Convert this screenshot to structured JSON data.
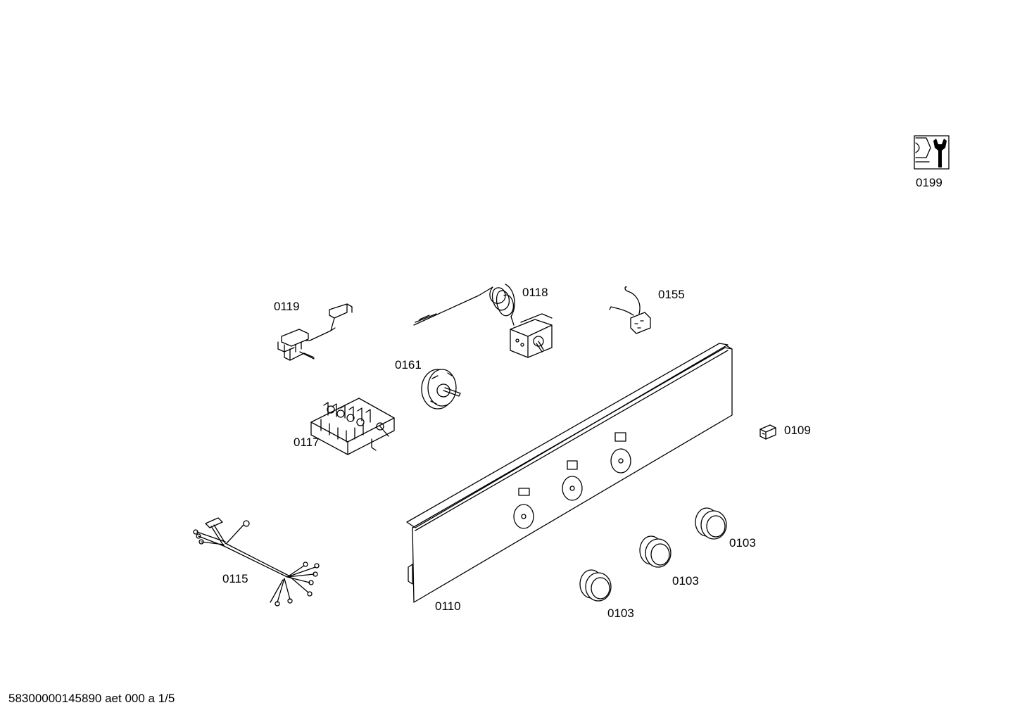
{
  "parts": [
    {
      "id": "0199",
      "name": "service-tool"
    },
    {
      "id": "0119",
      "name": "bracket"
    },
    {
      "id": "0118",
      "name": "thermostat"
    },
    {
      "id": "0155",
      "name": "pilot-lamp"
    },
    {
      "id": "0161",
      "name": "timer-switch"
    },
    {
      "id": "0117",
      "name": "selector-switch"
    },
    {
      "id": "0109",
      "name": "connector"
    },
    {
      "id": "0115",
      "name": "wiring-harness"
    },
    {
      "id": "0110",
      "name": "control-panel"
    },
    {
      "id": "0103",
      "name": "knob"
    }
  ],
  "labels": {
    "p0199": "0199",
    "p0119": "0119",
    "p0118": "0118",
    "p0155": "0155",
    "p0161": "0161",
    "p0117": "0117",
    "p0109": "0109",
    "p0115": "0115",
    "p0110": "0110",
    "p0103a": "0103",
    "p0103b": "0103",
    "p0103c": "0103"
  },
  "footer": {
    "doc_code": "58300000145890 aet 000 a 1/5"
  },
  "icons": {
    "service": "wrench-nut-icon"
  },
  "colors": {
    "line": "#000000",
    "background": "#ffffff"
  }
}
